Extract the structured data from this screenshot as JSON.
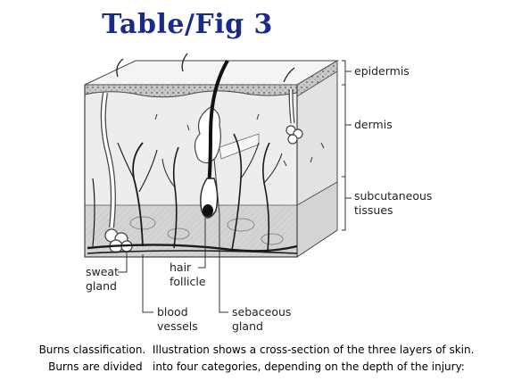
{
  "title": "Table/Fig 3",
  "labels": {
    "epidermis": "epidermis",
    "dermis": "dermis",
    "subcutaneous_1": "subcutaneous",
    "subcutaneous_2": "tissues",
    "sweat_1": "sweat",
    "sweat_2": "gland",
    "hair_1": "hair",
    "hair_2": "follicle",
    "blood_1": "blood",
    "blood_2": "vessels",
    "sebaceous_1": "sebaceous",
    "sebaceous_2": "gland"
  },
  "caption": {
    "line1": "Burns classification.  Illustration shows a cross-section of the three layers of skin.",
    "line2": "Burns are divided   into four categories, depending on the depth of the injury:"
  },
  "colors": {
    "title": "#1a2a8c",
    "ink": "#222222",
    "top_face": "#f4f4f4",
    "right_face": "#e2e2e2",
    "dermis": "#ededed",
    "subcutaneous": "#d4d4d4",
    "epidermis": "#c9c9c9"
  }
}
